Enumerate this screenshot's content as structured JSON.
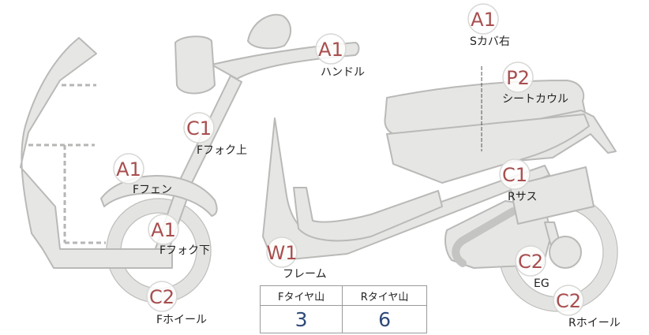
{
  "parts": [
    {
      "id": "handle",
      "grade": "A1",
      "label": "ハンドル"
    },
    {
      "id": "s-cover-right",
      "grade": "A1",
      "label": "Sカバ右"
    },
    {
      "id": "seat-cowl",
      "grade": "P2",
      "label": "シートカウル"
    },
    {
      "id": "f-fork-upper",
      "grade": "C1",
      "label": "Fフォク上"
    },
    {
      "id": "f-fender",
      "grade": "A1",
      "label": "Fフェン"
    },
    {
      "id": "r-suspension",
      "grade": "C1",
      "label": "Rサス"
    },
    {
      "id": "f-fork-lower",
      "grade": "A1",
      "label": "Fフォク下"
    },
    {
      "id": "frame",
      "grade": "W1",
      "label": "フレーム"
    },
    {
      "id": "engine",
      "grade": "C2",
      "label": "EG"
    },
    {
      "id": "f-wheel",
      "grade": "C2",
      "label": "Fホイール"
    },
    {
      "id": "r-wheel",
      "grade": "C2",
      "label": "Rホイール"
    }
  ],
  "tread": {
    "front_label": "Fタイヤ山",
    "rear_label": "Rタイヤ山",
    "front_value": "3",
    "rear_value": "6"
  }
}
